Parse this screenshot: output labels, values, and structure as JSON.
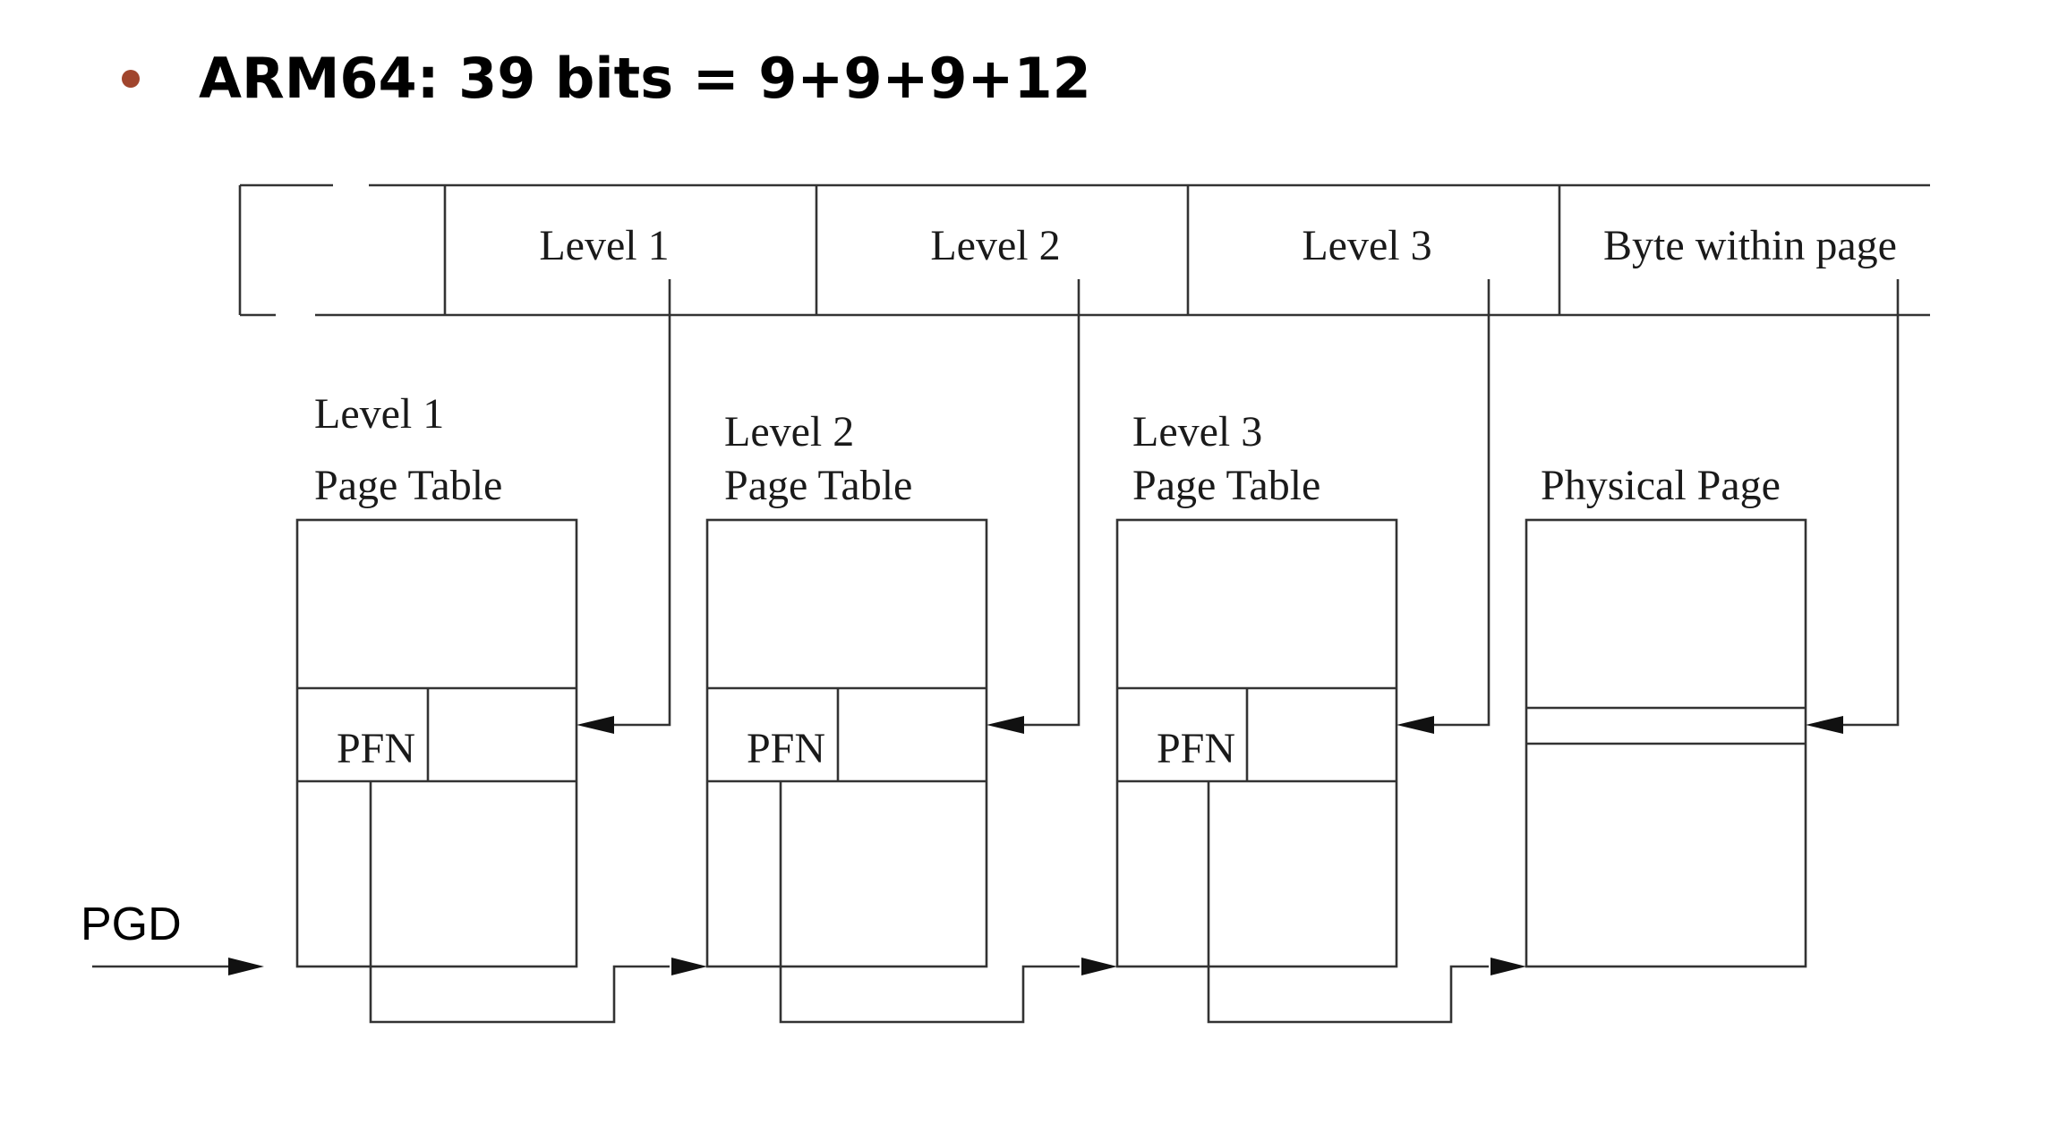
{
  "heading": {
    "bullet_text": "ARM64: 39 bits = 9+9+9+12",
    "bullet_color": "#a0452d"
  },
  "address_fields": [
    {
      "label": ""
    },
    {
      "label": "Level 1"
    },
    {
      "label": "Level 2"
    },
    {
      "label": "Level 3"
    },
    {
      "label": "Byte within page"
    }
  ],
  "tables": [
    {
      "title_line1": "Level 1",
      "title_line2": "Page Table",
      "entry_label": "PFN"
    },
    {
      "title_line1": "Level 2",
      "title_line2": "Page Table",
      "entry_label": "PFN"
    },
    {
      "title_line1": "Level 3",
      "title_line2": "Page Table",
      "entry_label": "PFN"
    },
    {
      "title_line1": "",
      "title_line2": "Physical Page",
      "entry_label": ""
    }
  ],
  "root_pointer": {
    "label": "PGD"
  }
}
